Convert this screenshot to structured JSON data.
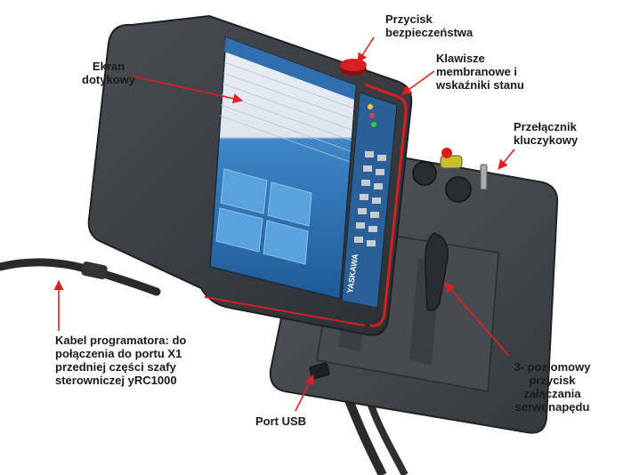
{
  "callouts": {
    "ekran": "Ekran\ndotykowy",
    "przycisk": "Przycisk\nbezpieczeństwa",
    "klawisze": "Klawisze\nmembranowe  i\nwskaźniki  stanu",
    "przelacznik": "Przełącznik\nkluczykowy",
    "kabel": "Kabel programatora:  do\npołączenia  do portu X1\nprzedniej części szafy\nsterowniczej  yRC1000",
    "usb": "Port USB",
    "serwo": "3- poziomowy\nprzycisk\nzałączania\nserwonapędu"
  },
  "device": {
    "brand": "YASKAWA"
  },
  "colors": {
    "arrow": "#e02020",
    "body": "#3a3d42",
    "screen": "#2c73b8",
    "accent": "#d42020"
  }
}
